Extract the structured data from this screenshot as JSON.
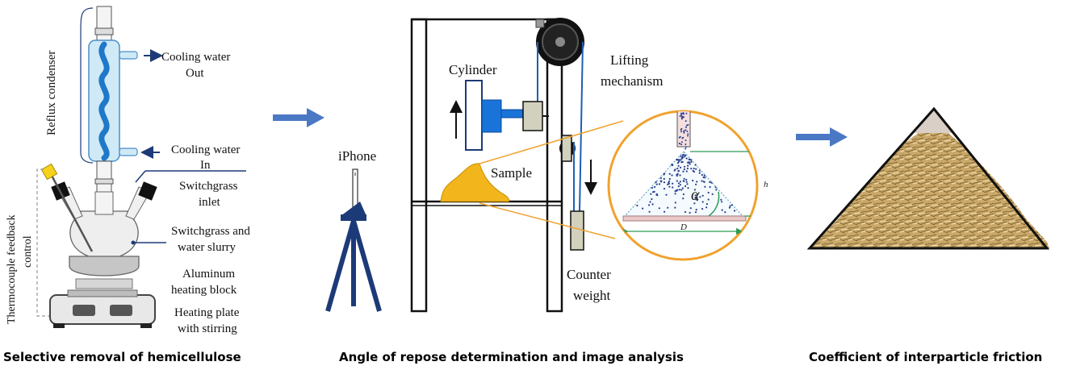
{
  "panels": {
    "left": {
      "caption": "Selective removal of  hemicellulose",
      "labels": {
        "reflux": "Reflux condenser",
        "cw_out_1": "Cooling water",
        "cw_out_2": "Out",
        "cw_in_1": "Cooling water",
        "cw_in_2": "In",
        "sg_inlet_1": "Switchgrass",
        "sg_inlet_2": "inlet",
        "slurry_1": "Switchgrass and",
        "slurry_2": "water slurry",
        "block_1": "Aluminum",
        "block_2": "heating block",
        "plate_1": "Heating plate",
        "plate_2": "with stirring",
        "thermo_1": "Thermocouple feedback",
        "thermo_2": "control"
      }
    },
    "middle": {
      "caption": "Angle of repose determination and image analysis",
      "labels": {
        "iphone": "iPhone",
        "cylinder": "Cylinder",
        "lifting_1": "Lifting",
        "lifting_2": "mechanism",
        "sample": "Sample",
        "counter_1": "Counter",
        "counter_2": "weight",
        "alpha": "α",
        "h": "h",
        "D": "D"
      }
    },
    "right": {
      "caption": "Coefficient of interparticle friction"
    }
  },
  "colors": {
    "arrow": "#4a78c4",
    "navy": "#1d3a78",
    "sample": "#f2b61c",
    "zoom_circle": "#f0a22e",
    "dim_green": "#2e9a57",
    "glass": "#a9d7f2",
    "cylinder_blue": "#1a73d9",
    "clamp": "#d1d1bd",
    "straw": "#c9a86a"
  }
}
